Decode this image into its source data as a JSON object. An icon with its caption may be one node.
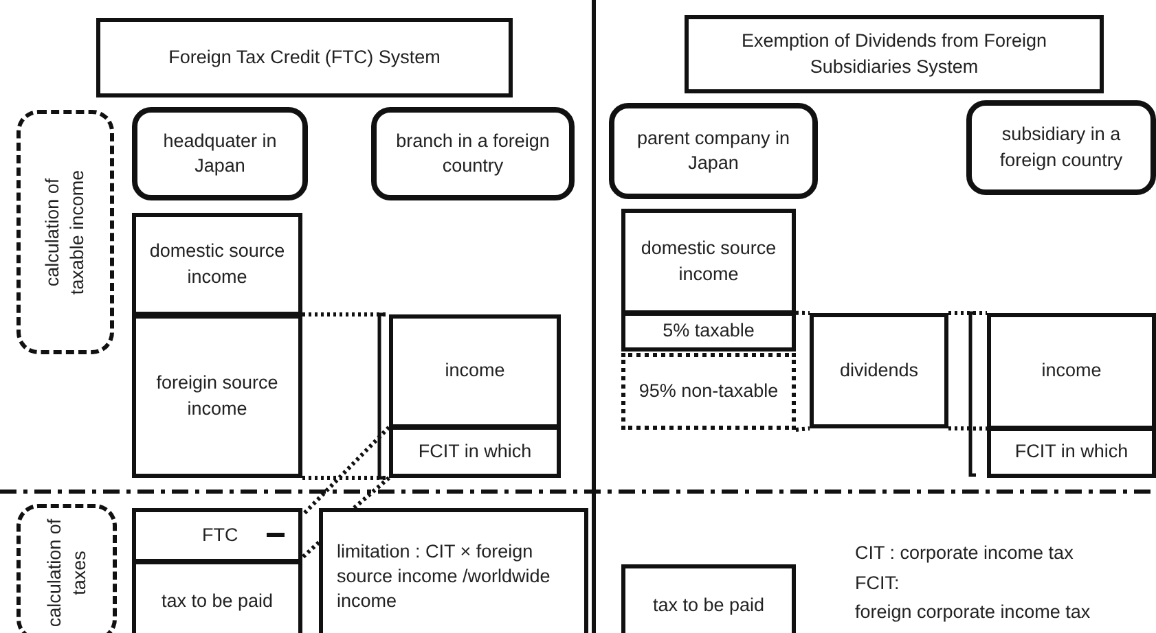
{
  "diagram": {
    "nodes": [
      {
        "text": [
          "Foreign Tax Credit (FTC) System"
        ]
      },
      {
        "text": [
          "calculation of taxable income"
        ]
      },
      {
        "text": [
          "headquater in Japan"
        ]
      },
      {
        "text": [
          "branch in a foreign country"
        ]
      },
      {
        "text": [
          "domestic source income"
        ]
      },
      {
        "text": [
          "foreigin source income"
        ]
      },
      {
        "text": [
          "income"
        ]
      },
      {
        "text": [
          "FCIT in which"
        ]
      },
      {
        "text": [
          "calculation of taxes"
        ]
      },
      {
        "text": [
          "FTC"
        ]
      },
      {
        "text": [
          "tax to be paid"
        ]
      },
      {
        "text": [
          "limitation : CIT × foreign source income /worldwide income"
        ]
      },
      {
        "text": [
          "Exemption of Dividends from Foreign Subsidiaries System"
        ]
      },
      {
        "text": [
          "parent company in Japan"
        ]
      },
      {
        "text": [
          "subsidiary in a foreign country"
        ]
      },
      {
        "text": [
          "domestic source income"
        ]
      },
      {
        "text": [
          "5% taxable"
        ]
      },
      {
        "text": [
          "95% non-taxable"
        ]
      },
      {
        "text": [
          "dividends"
        ]
      },
      {
        "text": [
          "income"
        ]
      },
      {
        "text": [
          "FCIT in which"
        ]
      },
      {
        "text": [
          "tax to be paid"
        ]
      }
    ],
    "edges": [
      {
        "from": 5,
        "to": 6,
        "arrow": "none",
        "style": "dashed"
      },
      {
        "from": 5,
        "to": 7,
        "arrow": "none",
        "style": "dashed"
      },
      {
        "from": 7,
        "to": 9,
        "arrow": "none",
        "style": "dashed"
      },
      {
        "from": 7,
        "to": 11,
        "arrow": "none",
        "style": "dashed"
      },
      {
        "from": 11,
        "to": 9,
        "arrow": "none",
        "style": "dashed"
      },
      {
        "from": 16,
        "to": 18,
        "arrow": "none",
        "style": "dashed"
      },
      {
        "from": 17,
        "to": 18,
        "arrow": "none",
        "style": "dashed"
      },
      {
        "from": 18,
        "to": 19,
        "arrow": "none",
        "style": "dashed"
      },
      {
        "from": 18,
        "to": 20,
        "arrow": "none",
        "style": "dashed"
      }
    ],
    "labels": [
      "CIT : corporate income tax",
      "FCIT:",
      "foreign corporate income tax"
    ]
  }
}
